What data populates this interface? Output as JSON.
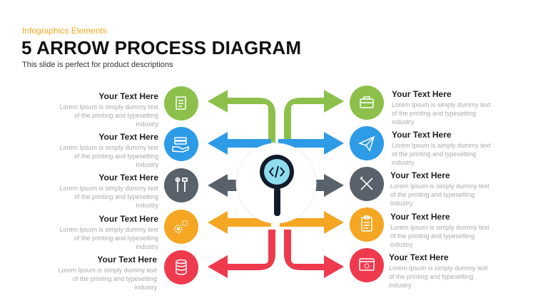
{
  "header": {
    "tag": "Infographics  Elements",
    "title": "5 ARROW PROCESS DIAGRAM",
    "subtitle": "This slide is perfect for product descriptions"
  },
  "colors": {
    "green": "#8cc04b",
    "blue": "#2e9be6",
    "slate": "#59626b",
    "orange": "#f5a623",
    "red": "#ef3a4e",
    "center_glass": "#111c2b",
    "center_lens": "#8fdcef"
  },
  "center": {
    "icon": "code-magnifier-icon"
  },
  "left_items": [
    {
      "heading": "Your Text Here",
      "line1": "Lorem Ipsum  is simply dummy  text",
      "line2": "of the printing and typesetting",
      "line3": "industry",
      "icon": "document-icon",
      "color": "green"
    },
    {
      "heading": "Your Text Here",
      "line1": "Lorem Ipsum  is simply dummy  text",
      "line2": "of the printing and typesetting",
      "line3": "industry",
      "icon": "hand-coins-icon",
      "color": "blue"
    },
    {
      "heading": "Your Text Here",
      "line1": "Lorem Ipsum  is simply dummy  text",
      "line2": "of the printing and typesetting",
      "line3": "industry",
      "icon": "tools-icon",
      "color": "slate"
    },
    {
      "heading": "Your Text Here",
      "line1": "Lorem Ipsum  is simply dummy  text",
      "line2": "of the printing and typesetting",
      "line3": "industry",
      "icon": "gears-icon",
      "color": "orange"
    },
    {
      "heading": "Your Text Here",
      "line1": "Lorem Ipsum  is simply dummy  text",
      "line2": "of the printing and typesetting",
      "line3": "industry",
      "icon": "database-icon",
      "color": "red"
    }
  ],
  "right_items": [
    {
      "heading": "Your Text Here",
      "line1": "Lorem Ipsum  is simply dummy  text",
      "line2": "of the printing and typesetting",
      "line3": "industry",
      "icon": "briefcase-icon",
      "color": "green"
    },
    {
      "heading": "Your Text Here",
      "line1": "Lorem Ipsum  is simply dummy  text",
      "line2": "of the printing and typesetting",
      "line3": "industry",
      "icon": "paper-plane-icon",
      "color": "blue"
    },
    {
      "heading": "Your Text Here",
      "line1": "Lorem Ipsum  is simply dummy  text",
      "line2": "of the printing and typesetting",
      "line3": "industry",
      "icon": "pencil-ruler-icon",
      "color": "slate"
    },
    {
      "heading": "Your Text Here",
      "line1": "Lorem Ipsum  is simply dummy  text",
      "line2": "of the printing and typesetting",
      "line3": "industry",
      "icon": "clipboard-icon",
      "color": "orange"
    },
    {
      "heading": "Your Text Here",
      "line1": "Lorem Ipsum  is simply dummy  text",
      "line2": "of the printing and typesetting",
      "line3": "industry",
      "icon": "web-settings-icon",
      "color": "red"
    }
  ]
}
